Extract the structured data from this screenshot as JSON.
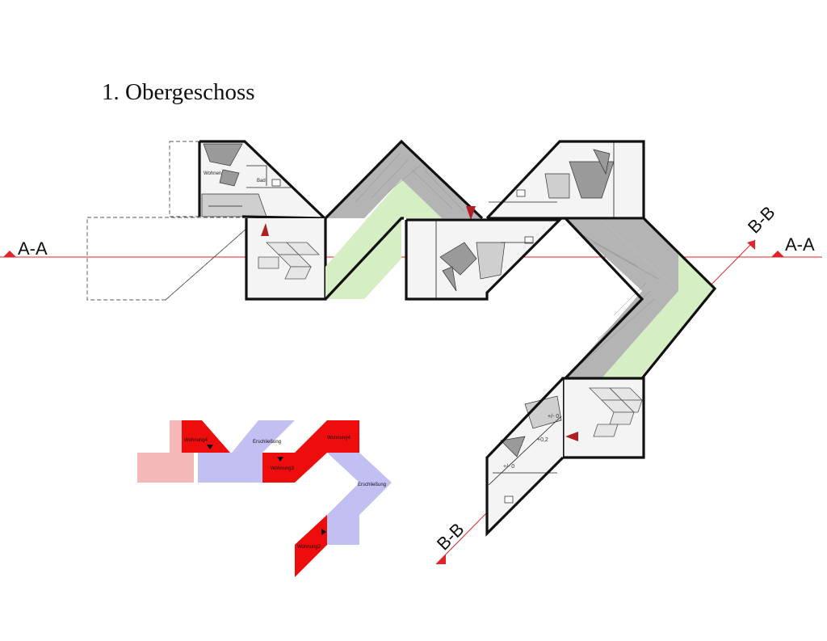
{
  "title": "1. Obergeschoss",
  "section_labels": {
    "aa_left": "A-A",
    "aa_right": "A-A",
    "bb_top": "B-B",
    "bb_bottom": "B-B"
  },
  "rooms": {
    "wohnen": "Wohnen",
    "bad": "Bad"
  },
  "levels": {
    "l1": "+/- 0",
    "l2": "+0,2",
    "l3": "+/- 0"
  },
  "key": {
    "wohnung_a": "Wohnung4",
    "wohnung_b": "Wohnung4",
    "wohnung_c": "Wohnung3",
    "wohnung_d": "Wohnung2",
    "erschliessung_1": "Erschließung",
    "erschliessung_2": "Erschließung"
  },
  "colors": {
    "wall": "#111111",
    "corridor_gray": "#a6a6a6",
    "corridor_green": "#d6eec4",
    "section_line": "#e0242b",
    "marker_red": "#b01e23",
    "key_red": "#ee0d0d",
    "key_pink": "#f5b8b8",
    "key_lilac": "#c2c0f2"
  }
}
